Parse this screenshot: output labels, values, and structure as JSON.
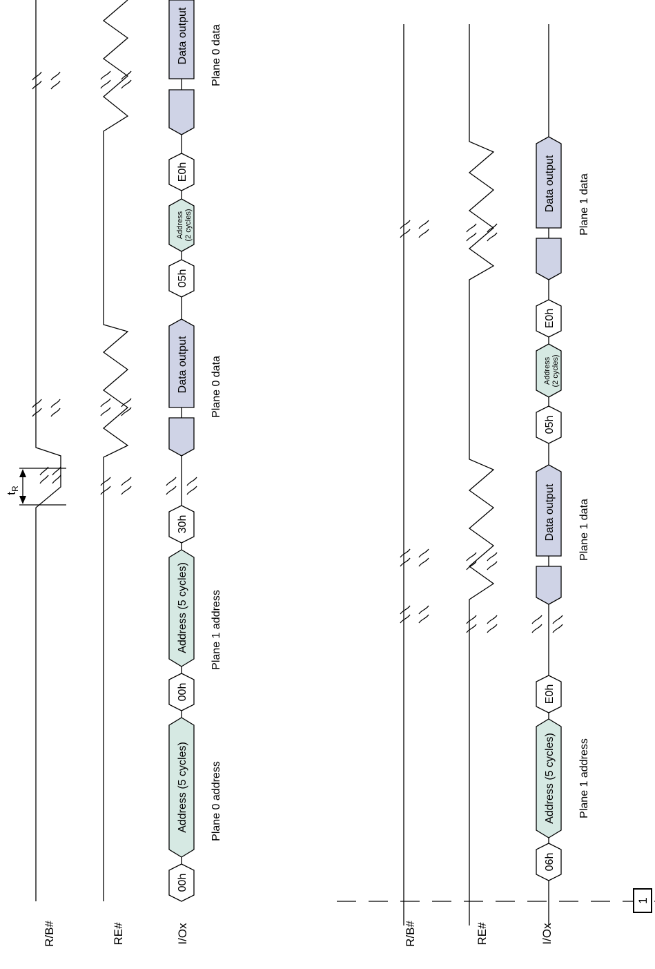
{
  "colors": {
    "address_fill": "#d6e9e3",
    "data_fill": "#cfd3e6",
    "command_fill": "#ffffff",
    "line": "#000000"
  },
  "signals": {
    "rb": "R/B#",
    "re": "RE#",
    "io": "I/Ox"
  },
  "top_panel": {
    "commands": [
      "00h",
      "00h",
      "30h",
      "05h",
      "E0h"
    ],
    "address_5_cycles": [
      "Address (5 cycles)",
      "Address (5 cycles)"
    ],
    "address_2_cycles": [
      "Address",
      "(2 cycles)"
    ],
    "data_output": [
      "Data output",
      "Data output"
    ],
    "annotations": [
      "Plane 0 address",
      "Plane 1 address",
      "Plane 0 data",
      "Plane 0 data"
    ],
    "timing_label": "t",
    "timing_subscript": "R"
  },
  "bottom_panel": {
    "commands": [
      "06h",
      "E0h",
      "05h",
      "E0h"
    ],
    "address_5_cycles": [
      "Address (5 cycles)"
    ],
    "address_2_cycles": [
      "Address",
      "(2 cycles)"
    ],
    "data_output": [
      "Data output",
      "Data output"
    ],
    "annotations": [
      "Plane 1 address",
      "Plane 1 data",
      "Plane 1 data"
    ]
  },
  "marker": "1"
}
